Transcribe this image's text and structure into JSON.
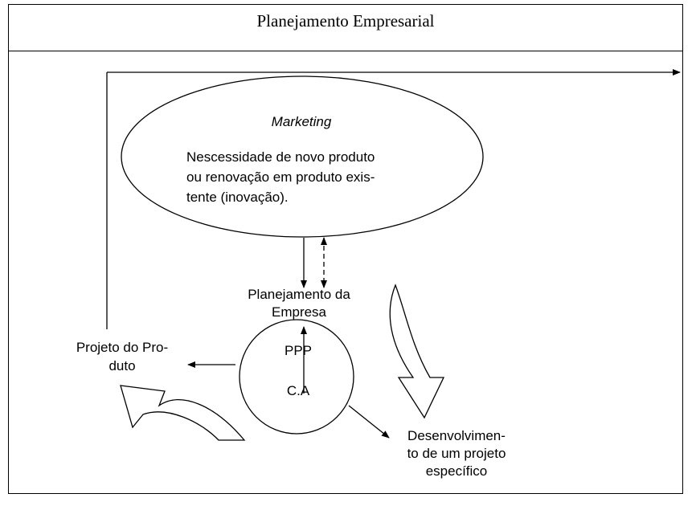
{
  "title": "Planejamento Empresarial",
  "marketing": {
    "heading": "Marketing",
    "lines": [
      "Nescessidade de novo produto",
      "ou renovação em produto exis-",
      "tente (inovação)."
    ]
  },
  "planejamento": {
    "lines": [
      "Planejamento da",
      "Empresa"
    ]
  },
  "circle": {
    "top_label": "PPP",
    "bottom_label": "C.A"
  },
  "projeto": {
    "lines": [
      "Projeto do Pro-",
      "duto"
    ]
  },
  "desenvolvimento": {
    "lines": [
      "Desenvolvimen-",
      "to de um projeto",
      "específico"
    ]
  }
}
